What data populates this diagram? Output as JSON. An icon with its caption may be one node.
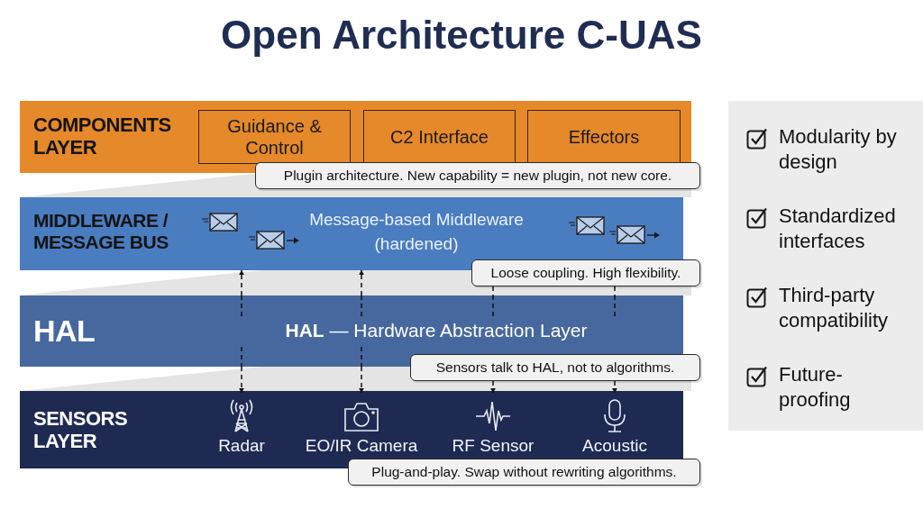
{
  "diagram": {
    "title": "Open Architecture C-UAS",
    "nodes": [
      {
        "text": [
          "COMPONENTS LAYER"
        ]
      },
      {
        "text": [
          "Guidance & Control"
        ],
        "in": 0
      },
      {
        "text": [
          "C2 Interface"
        ],
        "in": 0
      },
      {
        "text": [
          "Effectors"
        ],
        "in": 0
      },
      {
        "text": [
          "Plugin architecture. New capability = new plugin, not new core."
        ]
      },
      {
        "text": [
          "MIDDLEWARE / MESSAGE BUS",
          "Message-based Middleware (hardened)"
        ]
      },
      {
        "text": [
          "Loose coupling. High flexibility."
        ]
      },
      {
        "text": [
          "HAL",
          "**HAL** — Hardware Abstraction Layer"
        ]
      },
      {
        "text": [
          "Sensors talk to HAL, not to algorithms."
        ]
      },
      {
        "text": [
          "SENSORS LAYER"
        ]
      },
      {
        "text": [
          "Radar"
        ],
        "in": 9
      },
      {
        "text": [
          "EO/IR Camera"
        ],
        "in": 9
      },
      {
        "text": [
          "RF Sensor"
        ],
        "in": 9
      },
      {
        "text": [
          "Acoustic"
        ],
        "in": 9
      },
      {
        "text": [
          "Plug-and-play. Swap without rewriting algorithms."
        ]
      },
      {
        "text": [
          "Modularity by design",
          "Standardized interfaces",
          "Third-party compatibility",
          "Future-proofing"
        ]
      }
    ],
    "edges": [
      {
        "from": 7,
        "to": 5,
        "arrow": "to",
        "style": "dashed"
      },
      {
        "from": 7,
        "to": 10,
        "arrow": "to",
        "style": "dashed"
      },
      {
        "from": 7,
        "to": 5,
        "arrow": "to",
        "style": "dashed"
      },
      {
        "from": 7,
        "to": 11,
        "arrow": "to",
        "style": "dashed"
      },
      {
        "from": 6,
        "to": 7,
        "arrow": "none",
        "style": "dashed"
      },
      {
        "from": 8,
        "to": 12,
        "arrow": "to",
        "style": "dashed"
      },
      {
        "from": 6,
        "to": 7,
        "arrow": "none",
        "style": "dashed"
      },
      {
        "from": 8,
        "to": 13,
        "arrow": "to",
        "style": "dashed"
      }
    ]
  }
}
